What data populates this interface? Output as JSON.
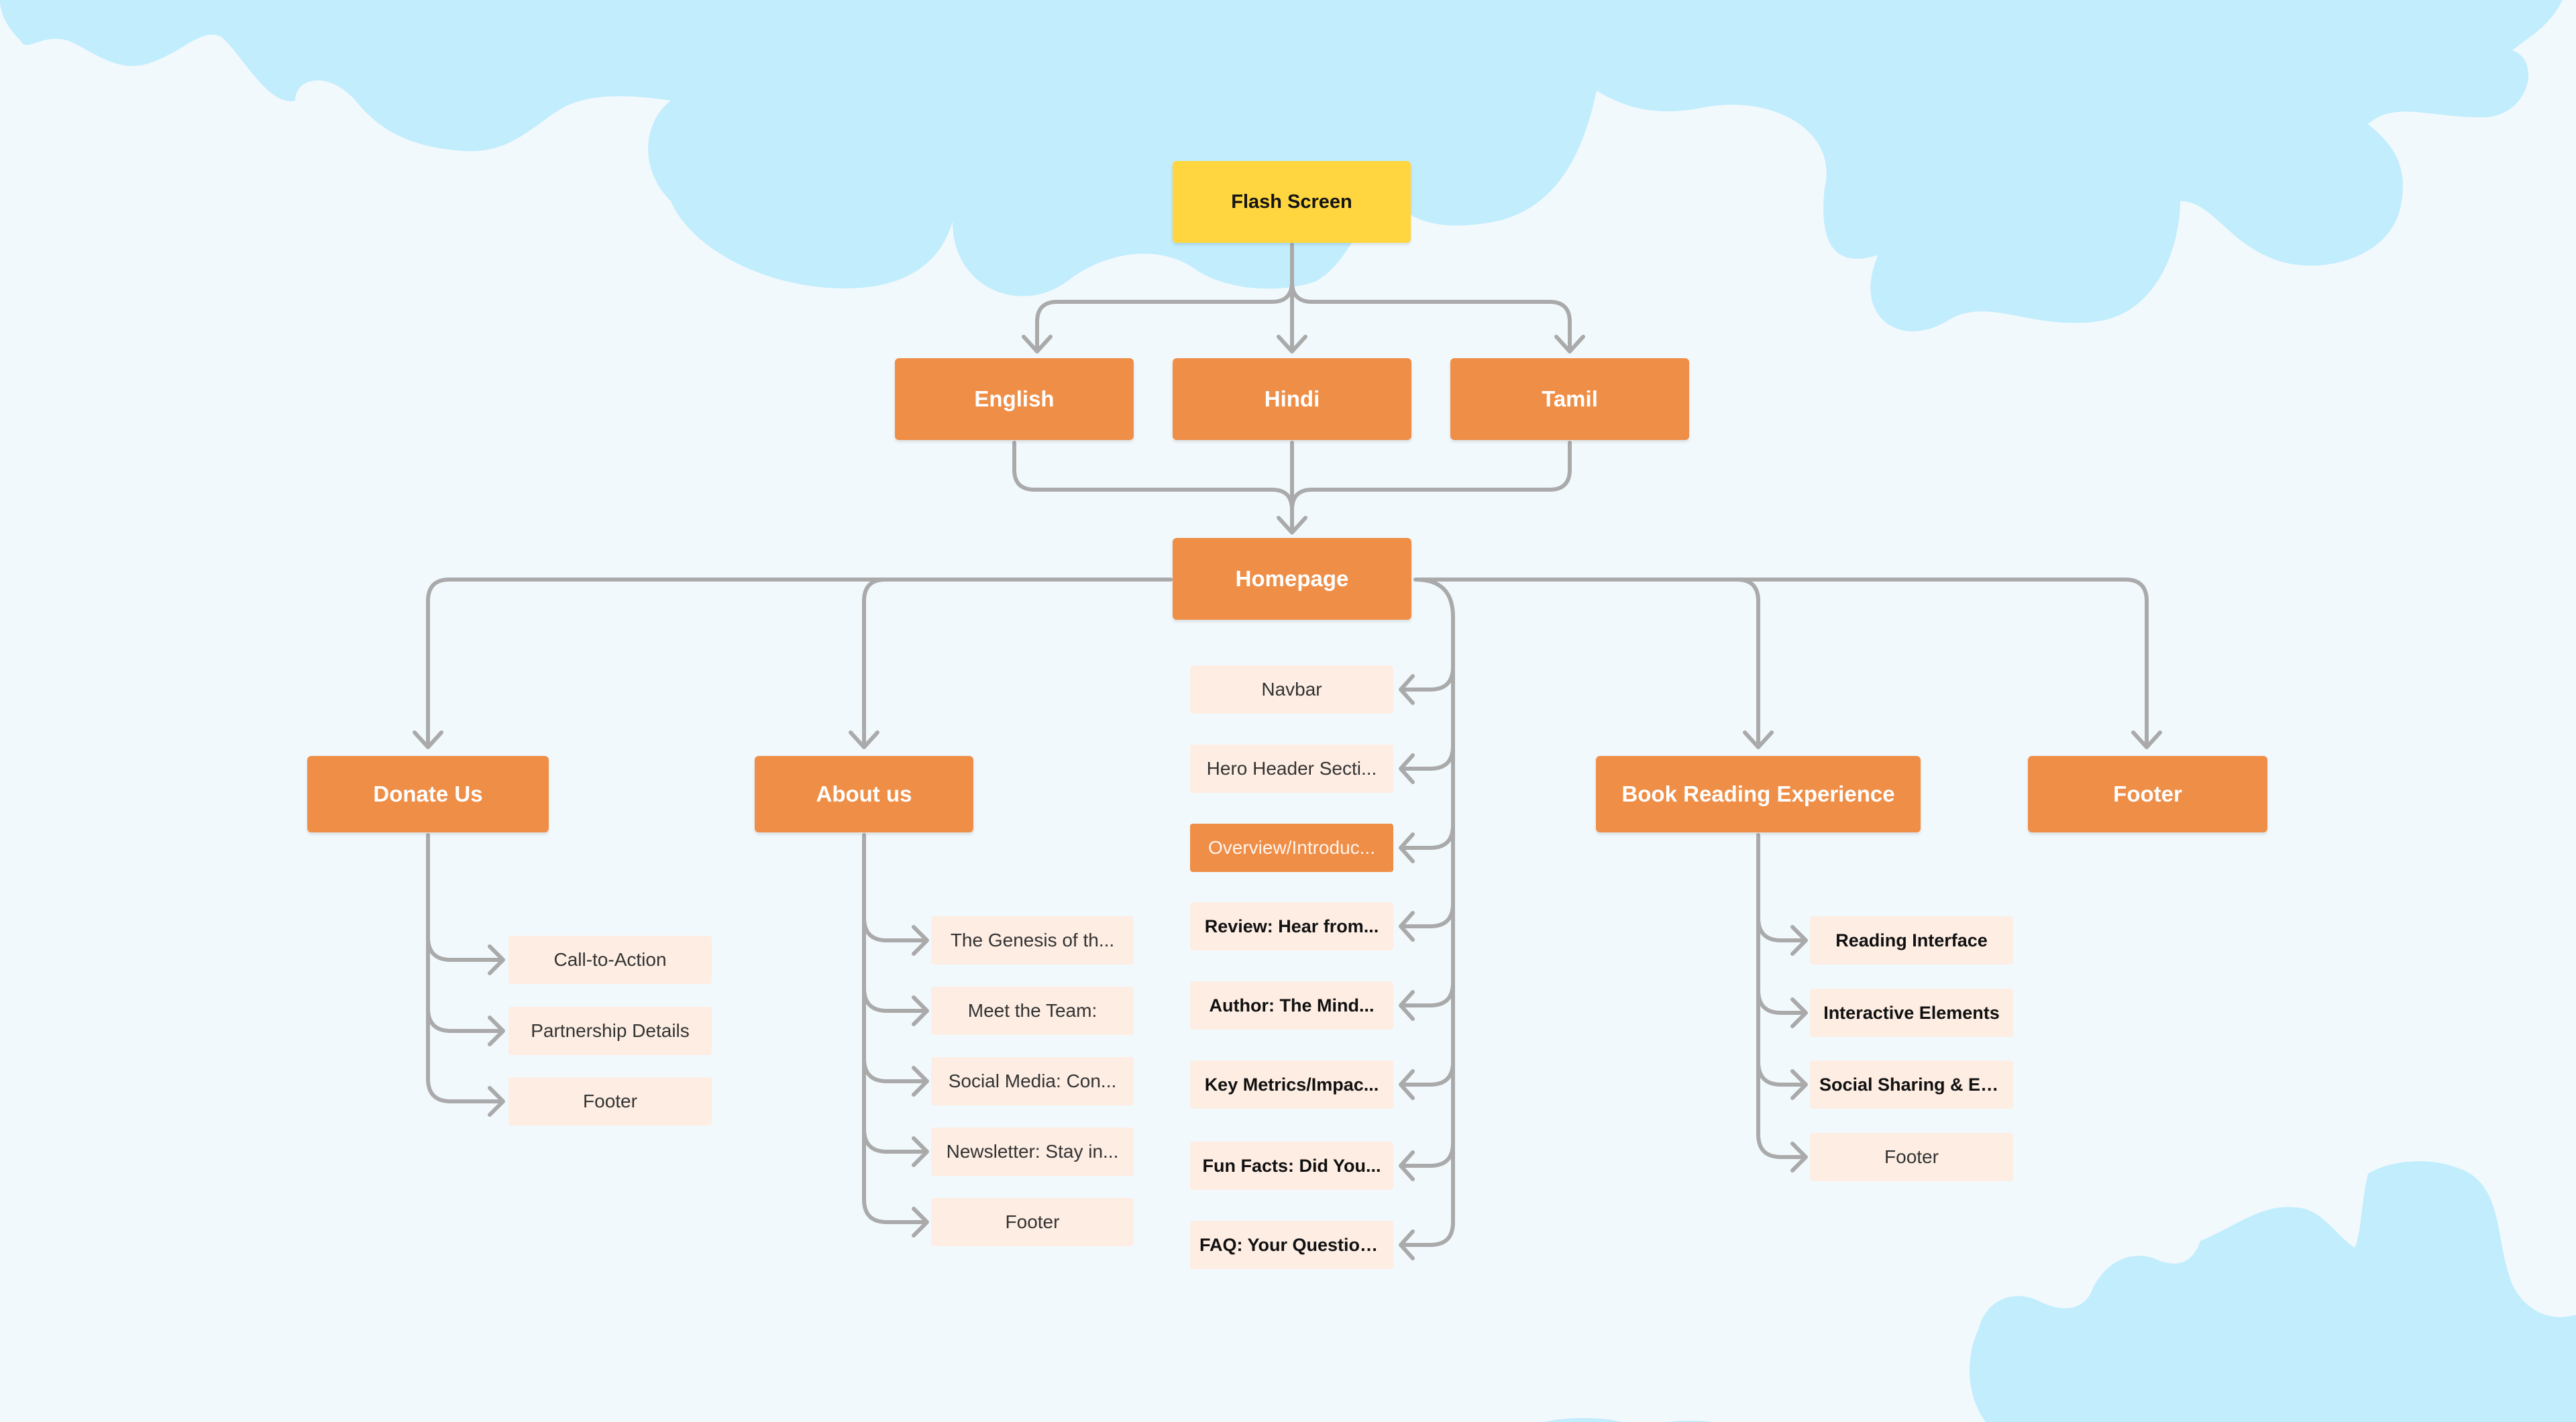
{
  "colors": {
    "background": "#F2F9FD",
    "cloud": "#C1EDFD",
    "connector": "#AAAAAA",
    "flash_screen": "#FFD63F",
    "main_node": "#EF8E47",
    "sub_node": "#FDEDE3"
  },
  "root": {
    "label": "Flash Screen"
  },
  "languages": [
    {
      "label": "English"
    },
    {
      "label": "Hindi"
    },
    {
      "label": "Tamil"
    }
  ],
  "homepage": {
    "label": "Homepage",
    "sections": [
      {
        "label": "Navbar"
      },
      {
        "label": "Hero Header Secti..."
      },
      {
        "label": "Overview/Introduc..."
      },
      {
        "label": "Review: Hear from..."
      },
      {
        "label": "Author: The Mind..."
      },
      {
        "label": "Key Metrics/Impac..."
      },
      {
        "label": "Fun Facts: Did You..."
      },
      {
        "label": "FAQ: Your Question..."
      }
    ]
  },
  "branches": [
    {
      "label": "Donate Us",
      "children": [
        {
          "label": "Call-to-Action"
        },
        {
          "label": "Partnership Details"
        },
        {
          "label": "Footer"
        }
      ]
    },
    {
      "label": "About us",
      "children": [
        {
          "label": "The Genesis of th..."
        },
        {
          "label": "Meet the Team:"
        },
        {
          "label": "Social Media: Con..."
        },
        {
          "label": "Newsletter: Stay in..."
        },
        {
          "label": "Footer"
        }
      ]
    },
    {
      "label": "Book Reading Experience",
      "children": [
        {
          "label": "Reading Interface"
        },
        {
          "label": "Interactive Elements"
        },
        {
          "label": "Social Sharing & En..."
        },
        {
          "label": "Footer"
        }
      ]
    },
    {
      "label": "Footer",
      "children": []
    }
  ]
}
